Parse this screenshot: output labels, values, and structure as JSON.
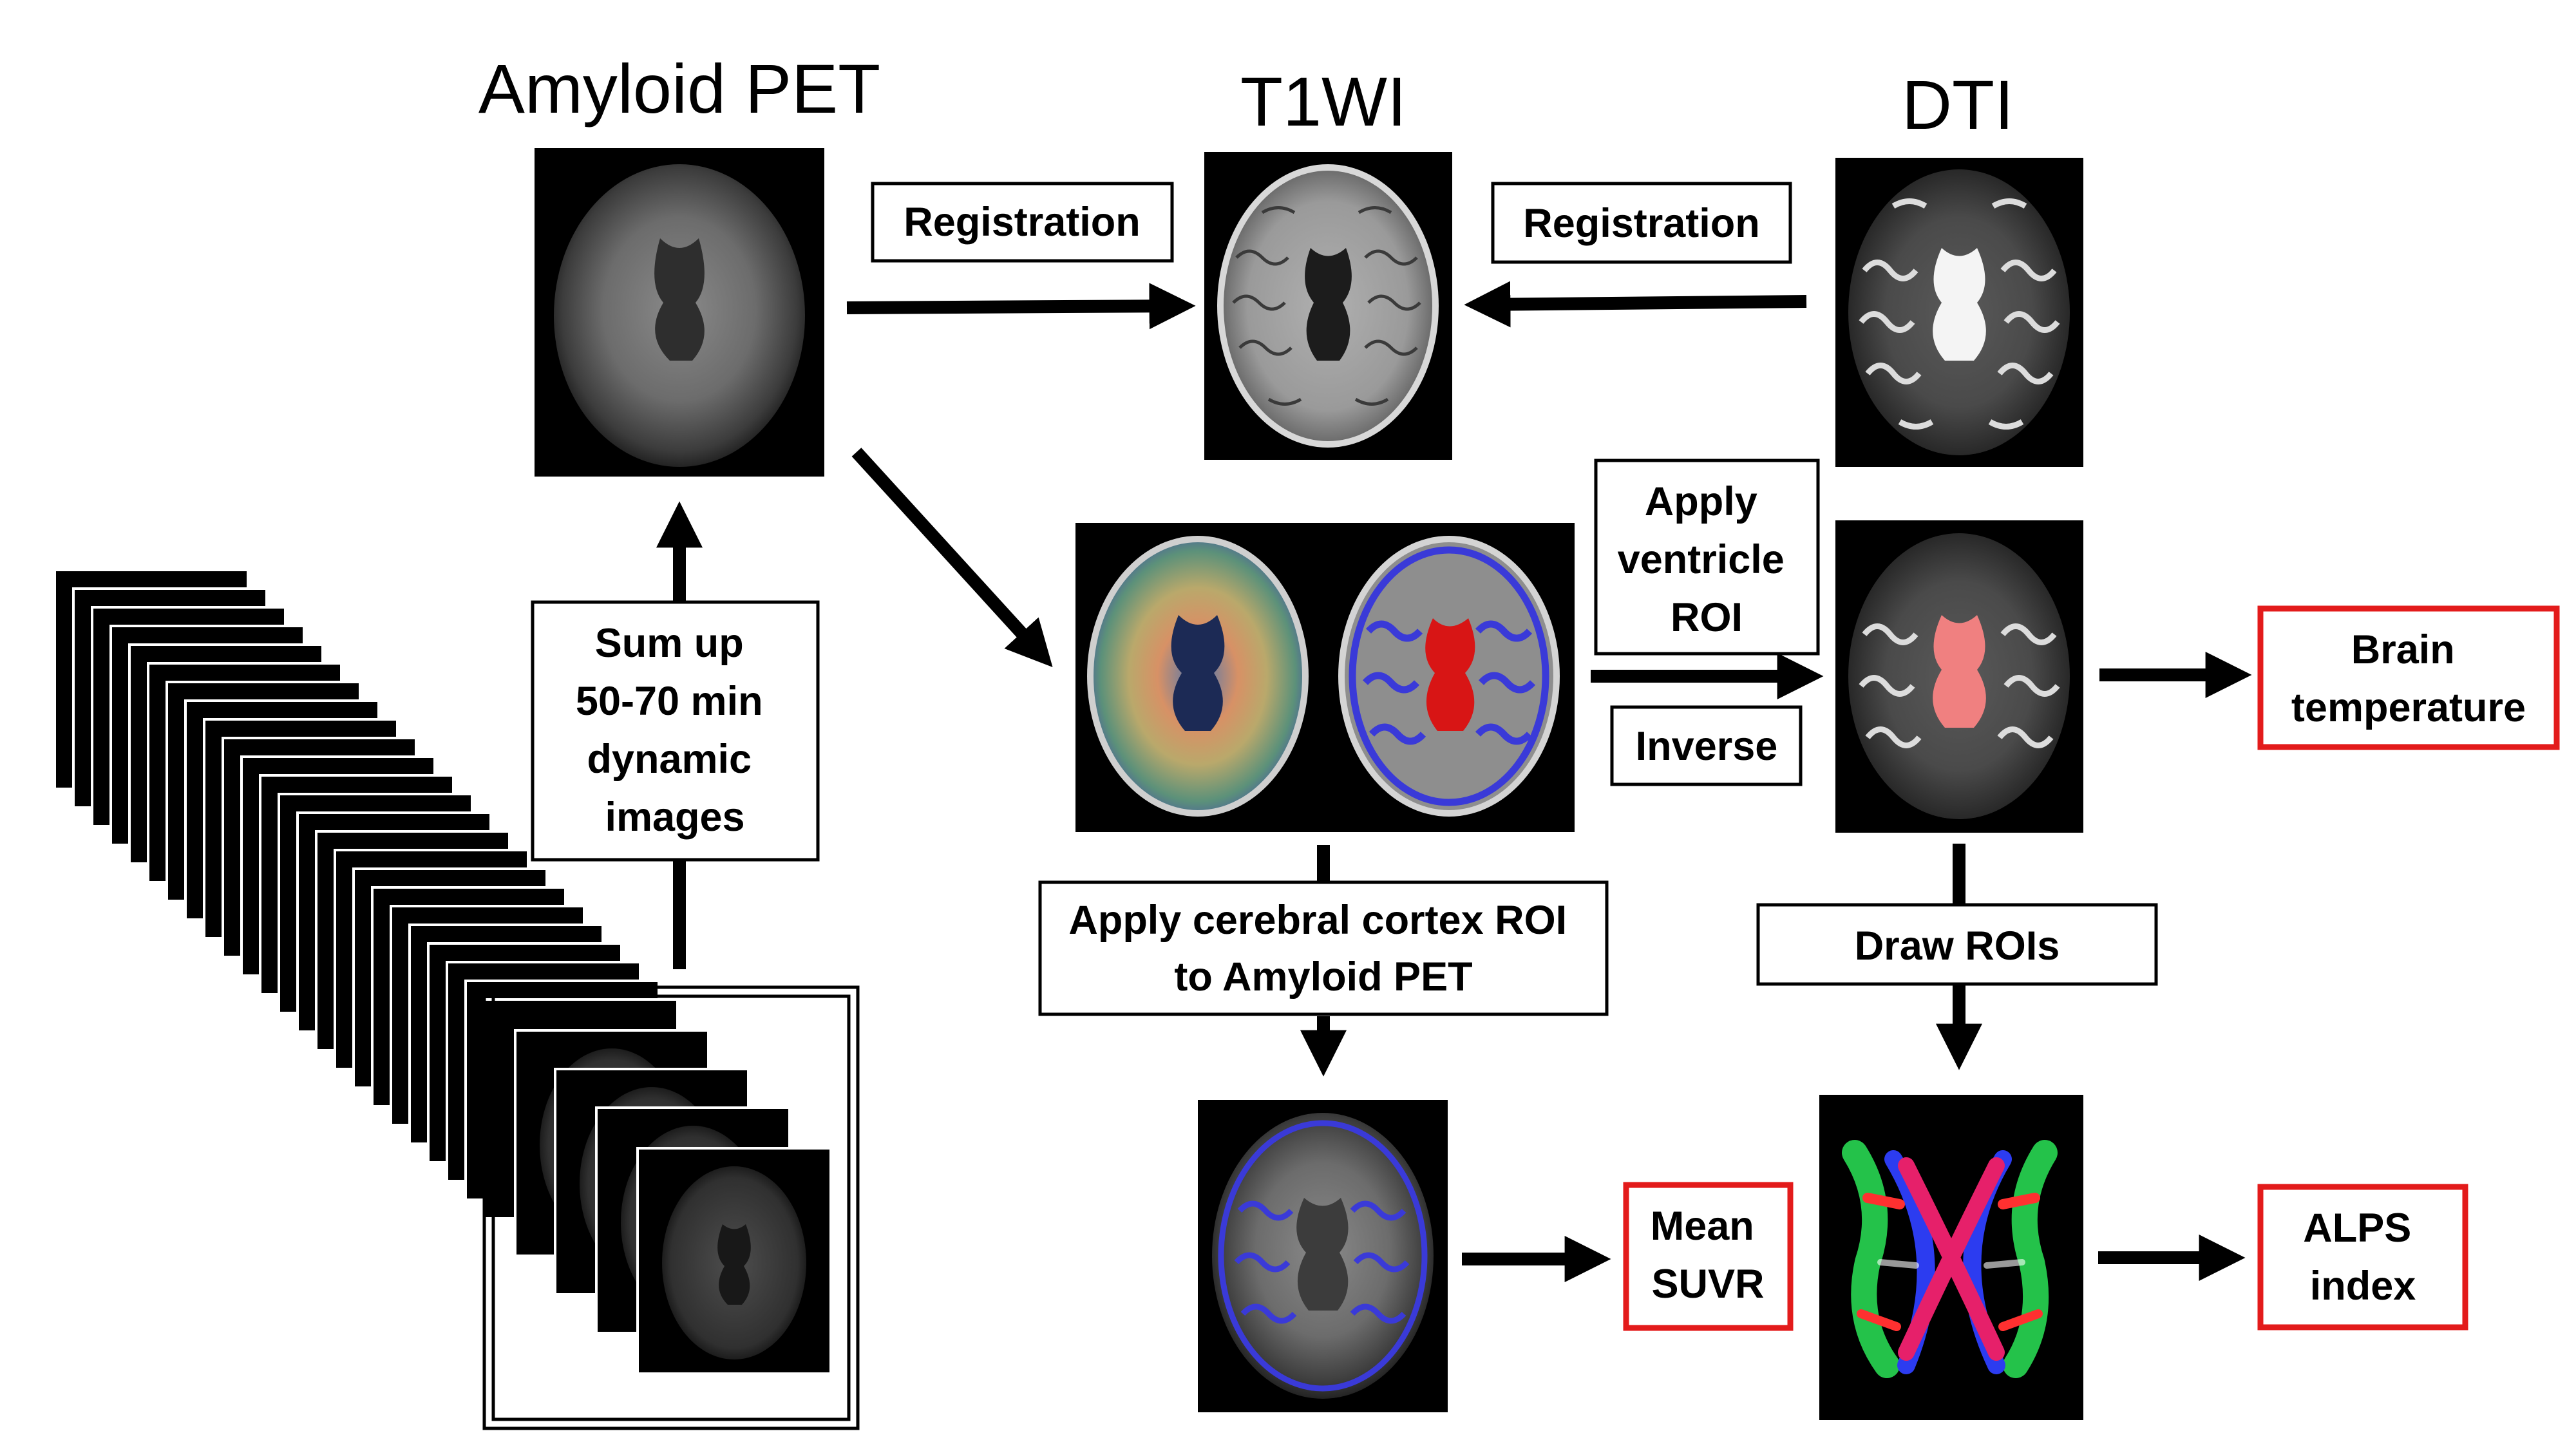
{
  "titles": {
    "amyloid_pet": "Amyloid PET",
    "t1wi": "T1WI",
    "dti": "DTI"
  },
  "boxes": {
    "registration_left": "Registration",
    "registration_right": "Registration",
    "sum_up": [
      "Sum up",
      "50-70 min",
      "dynamic",
      "images"
    ],
    "apply_ventricle": [
      "Apply",
      "ventricle",
      "ROI"
    ],
    "inverse": "Inverse",
    "apply_cortex": [
      "Apply cerebral cortex ROI",
      "to Amyloid PET"
    ],
    "draw_rois": "Draw ROIs"
  },
  "outputs": {
    "brain_temperature": [
      "Brain",
      "temperature"
    ],
    "mean_suvr": [
      "Mean",
      "SUVR"
    ],
    "alps_index": [
      "ALPS",
      "index"
    ]
  },
  "colors": {
    "output_border": "#e31b1b",
    "arrow": "#000000",
    "roi_blue": "#3a3ad8",
    "ventricle_red": "#d81515",
    "ventricle_pink": "#f08080"
  }
}
